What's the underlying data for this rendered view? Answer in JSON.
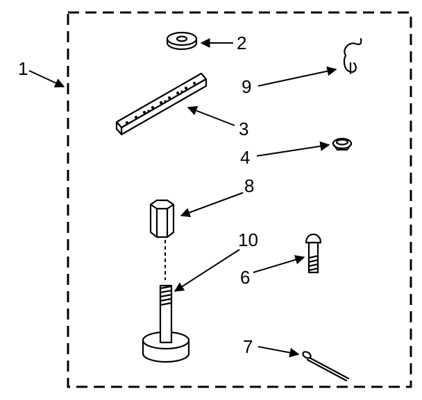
{
  "callouts": {
    "kit": "1",
    "washer": "2",
    "bracket": "3",
    "ring": "4",
    "bolt": "6",
    "pin": "7",
    "nut": "8",
    "hook": "9",
    "foot": "10"
  },
  "colors": {
    "ink": "#000000",
    "paper": "#ffffff"
  }
}
